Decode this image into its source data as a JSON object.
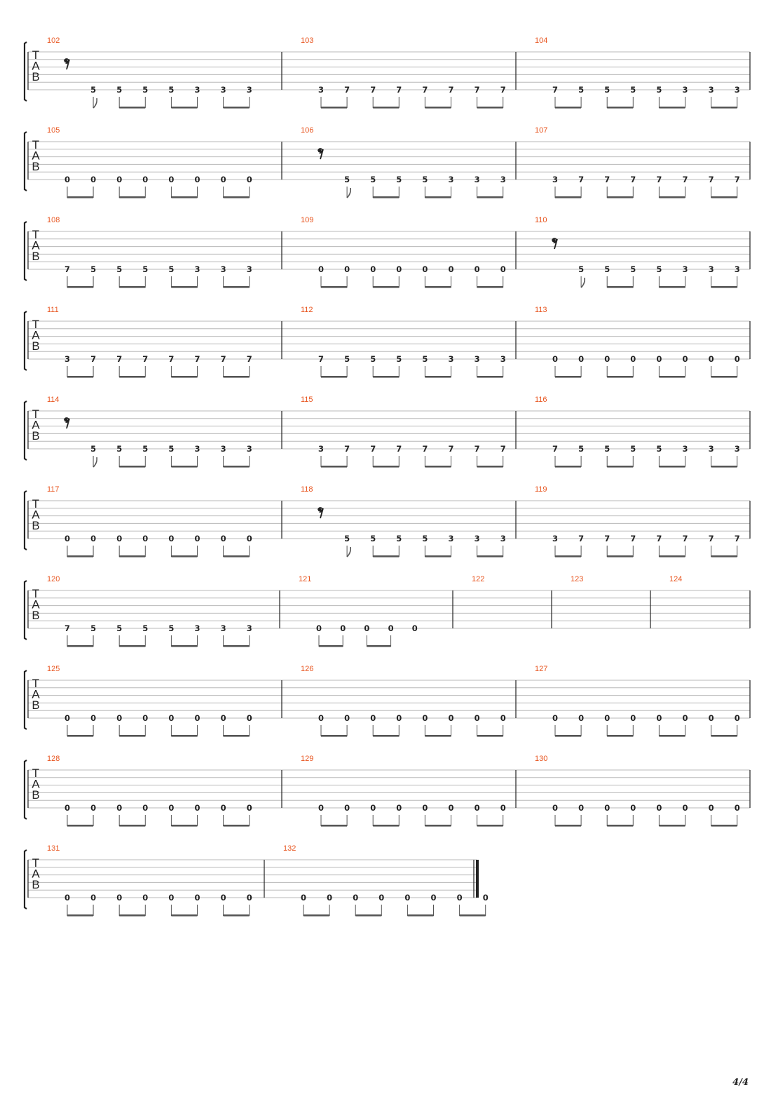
{
  "page": {
    "number_label": "4/4"
  },
  "staff": {
    "clef_letters": [
      "T",
      "A",
      "B"
    ]
  },
  "colors": {
    "measure_number": "#e8541e",
    "staff_line": "#b8b8b8",
    "ink": "#222222",
    "beam": "#555555"
  },
  "systems": [
    {
      "measures": [
        {
          "number": "102",
          "rest": true,
          "notes": [
            "5",
            "5",
            "5",
            "5",
            "3",
            "3",
            "3"
          ]
        },
        {
          "number": "103",
          "rest": false,
          "notes": [
            "3",
            "7",
            "7",
            "7",
            "7",
            "7",
            "7",
            "7"
          ]
        },
        {
          "number": "104",
          "rest": false,
          "notes": [
            "7",
            "5",
            "5",
            "5",
            "5",
            "3",
            "3",
            "3"
          ]
        }
      ]
    },
    {
      "measures": [
        {
          "number": "105",
          "rest": false,
          "notes": [
            "0",
            "0",
            "0",
            "0",
            "0",
            "0",
            "0",
            "0"
          ]
        },
        {
          "number": "106",
          "rest": true,
          "notes": [
            "5",
            "5",
            "5",
            "5",
            "3",
            "3",
            "3"
          ]
        },
        {
          "number": "107",
          "rest": false,
          "notes": [
            "3",
            "7",
            "7",
            "7",
            "7",
            "7",
            "7",
            "7"
          ]
        }
      ]
    },
    {
      "measures": [
        {
          "number": "108",
          "rest": false,
          "notes": [
            "7",
            "5",
            "5",
            "5",
            "5",
            "3",
            "3",
            "3"
          ]
        },
        {
          "number": "109",
          "rest": false,
          "notes": [
            "0",
            "0",
            "0",
            "0",
            "0",
            "0",
            "0",
            "0"
          ]
        },
        {
          "number": "110",
          "rest": true,
          "notes": [
            "5",
            "5",
            "5",
            "5",
            "3",
            "3",
            "3"
          ]
        }
      ]
    },
    {
      "measures": [
        {
          "number": "111",
          "rest": false,
          "notes": [
            "3",
            "7",
            "7",
            "7",
            "7",
            "7",
            "7",
            "7"
          ]
        },
        {
          "number": "112",
          "rest": false,
          "notes": [
            "7",
            "5",
            "5",
            "5",
            "5",
            "3",
            "3",
            "3"
          ]
        },
        {
          "number": "113",
          "rest": false,
          "notes": [
            "0",
            "0",
            "0",
            "0",
            "0",
            "0",
            "0",
            "0"
          ]
        }
      ]
    },
    {
      "measures": [
        {
          "number": "114",
          "rest": true,
          "notes": [
            "5",
            "5",
            "5",
            "5",
            "3",
            "3",
            "3"
          ]
        },
        {
          "number": "115",
          "rest": false,
          "notes": [
            "3",
            "7",
            "7",
            "7",
            "7",
            "7",
            "7",
            "7"
          ]
        },
        {
          "number": "116",
          "rest": false,
          "notes": [
            "7",
            "5",
            "5",
            "5",
            "5",
            "3",
            "3",
            "3"
          ]
        }
      ]
    },
    {
      "measures": [
        {
          "number": "117",
          "rest": false,
          "notes": [
            "0",
            "0",
            "0",
            "0",
            "0",
            "0",
            "0",
            "0"
          ]
        },
        {
          "number": "118",
          "rest": true,
          "notes": [
            "5",
            "5",
            "5",
            "5",
            "3",
            "3",
            "3"
          ]
        },
        {
          "number": "119",
          "rest": false,
          "notes": [
            "3",
            "7",
            "7",
            "7",
            "7",
            "7",
            "7",
            "7"
          ]
        }
      ]
    },
    {
      "measures": [
        {
          "number": "120",
          "rest": false,
          "notes": [
            "7",
            "5",
            "5",
            "5",
            "5",
            "3",
            "3",
            "3"
          ]
        },
        {
          "number": "121",
          "rest": false,
          "notes": [
            "0",
            "0",
            "0",
            "0",
            "0"
          ]
        },
        {
          "number": "122",
          "rest": false,
          "notes": []
        },
        {
          "number": "123",
          "rest": false,
          "notes": []
        },
        {
          "number": "124",
          "rest": false,
          "notes": []
        }
      ]
    },
    {
      "measures": [
        {
          "number": "125",
          "rest": false,
          "notes": [
            "0",
            "0",
            "0",
            "0",
            "0",
            "0",
            "0",
            "0"
          ]
        },
        {
          "number": "126",
          "rest": false,
          "notes": [
            "0",
            "0",
            "0",
            "0",
            "0",
            "0",
            "0",
            "0"
          ]
        },
        {
          "number": "127",
          "rest": false,
          "notes": [
            "0",
            "0",
            "0",
            "0",
            "0",
            "0",
            "0",
            "0"
          ]
        }
      ]
    },
    {
      "measures": [
        {
          "number": "128",
          "rest": false,
          "notes": [
            "0",
            "0",
            "0",
            "0",
            "0",
            "0",
            "0",
            "0"
          ]
        },
        {
          "number": "129",
          "rest": false,
          "notes": [
            "0",
            "0",
            "0",
            "0",
            "0",
            "0",
            "0",
            "0"
          ]
        },
        {
          "number": "130",
          "rest": false,
          "notes": [
            "0",
            "0",
            "0",
            "0",
            "0",
            "0",
            "0",
            "0"
          ]
        }
      ]
    },
    {
      "measures": [
        {
          "number": "131",
          "rest": false,
          "notes": [
            "0",
            "0",
            "0",
            "0",
            "0",
            "0",
            "0",
            "0"
          ]
        },
        {
          "number": "132",
          "rest": false,
          "notes": [
            "0",
            "0",
            "0",
            "0",
            "0",
            "0",
            "0",
            "0"
          ]
        }
      ]
    }
  ]
}
